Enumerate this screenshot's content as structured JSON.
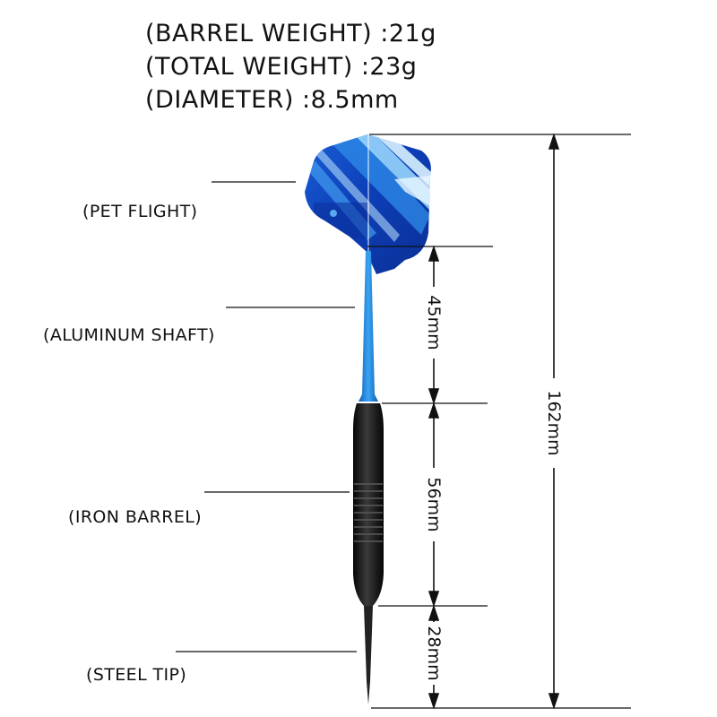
{
  "specs": {
    "barrel_weight": "(BARREL WEIGHT) :21g",
    "total_weight": "(TOTAL WEIGHT) :23g",
    "diameter": "(DIAMETER) :8.5mm"
  },
  "parts": {
    "flight": "(PET FLIGHT)",
    "shaft": "(ALUMINUM SHAFT)",
    "barrel": "(IRON BARREL)",
    "tip": "(STEEL TIP)"
  },
  "dimensions": {
    "shaft_length": "45mm",
    "barrel_length": "56mm",
    "tip_length": "28mm",
    "total_length": "162mm"
  },
  "colors": {
    "flight_dark": "#0d3fb8",
    "flight_light": "#8fd6ff",
    "shaft": "#1f86e0",
    "barrel": "#151515",
    "tip": "#222222",
    "lines": "#111111"
  }
}
